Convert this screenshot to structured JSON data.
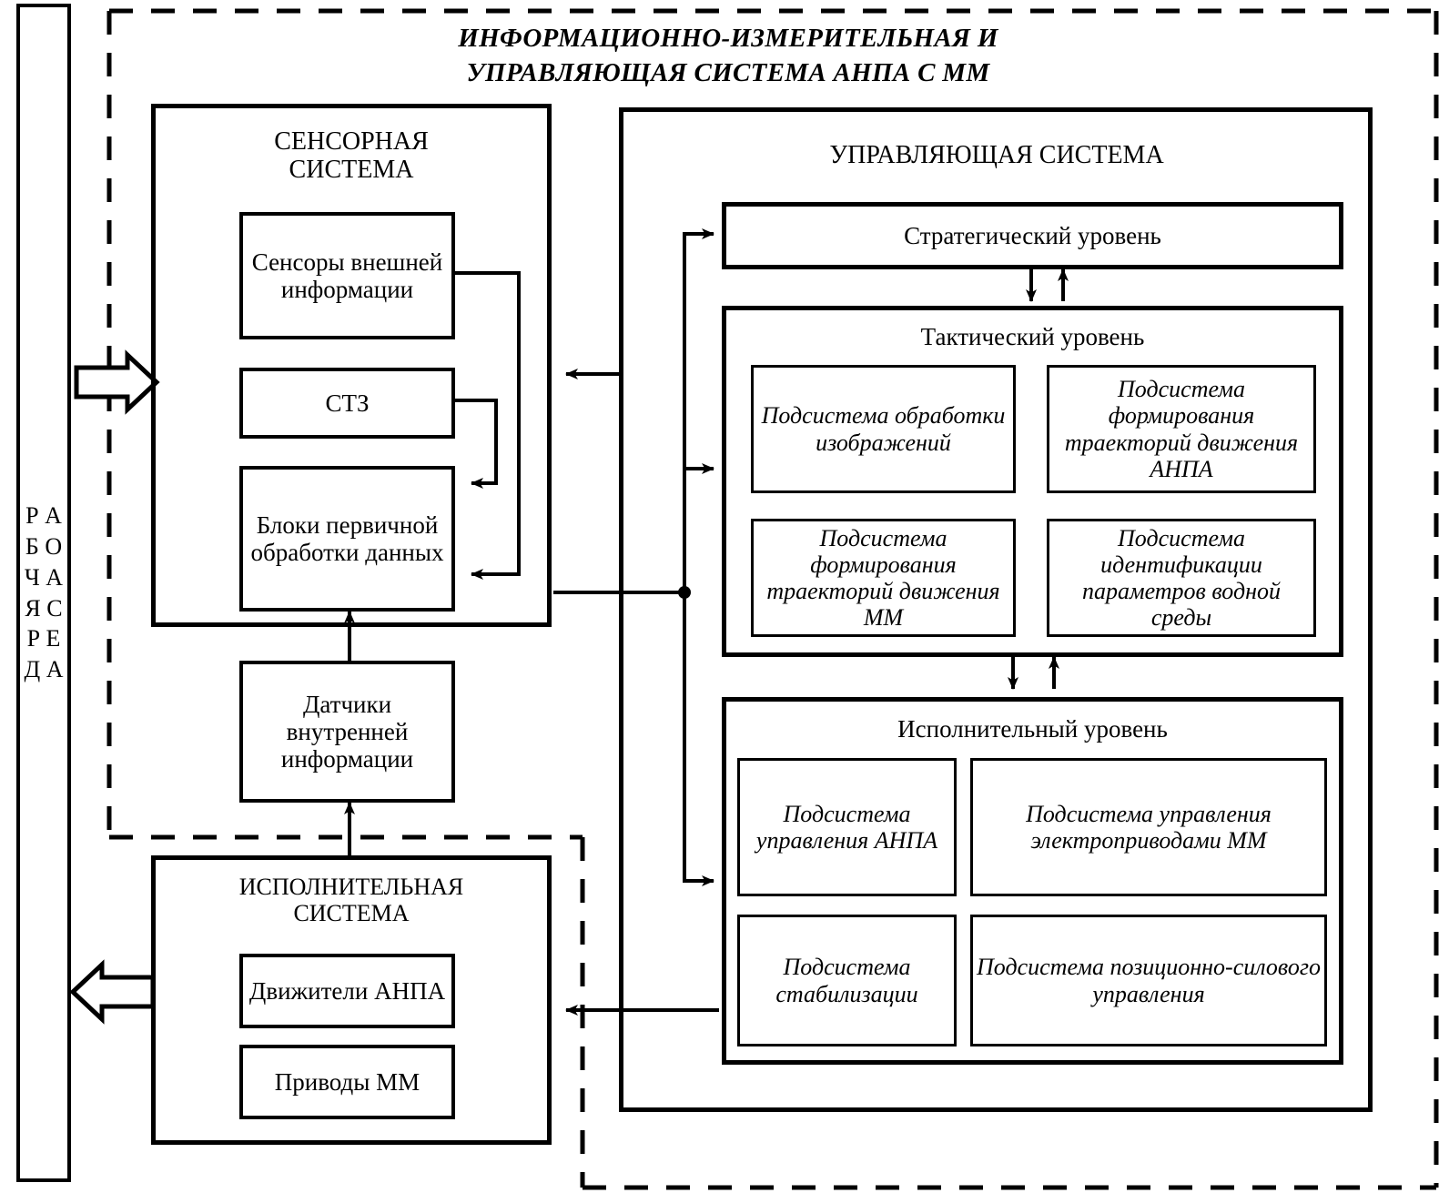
{
  "diagram": {
    "title_line1": "ИНФОРМАЦИОННО-ИЗМЕРИТЕЛЬНАЯ И",
    "title_line2": "УПРАВЛЯЮЩАЯ СИСТЕМА АНПА С ММ",
    "environment": {
      "label": "РАБОЧАЯ СРЕДА",
      "letters": [
        "Р",
        "А",
        "Б",
        "О",
        "Ч",
        "А",
        "Я",
        "",
        "С",
        "Р",
        "Е",
        "Д",
        "А"
      ]
    },
    "sensor_system": {
      "title": "СЕНСОРНАЯ\nСИСТЕМА",
      "blocks": [
        {
          "id": "external-sensors",
          "label": "Сенсоры\nвнешней\nинформации"
        },
        {
          "id": "stz",
          "label": "СТЗ"
        },
        {
          "id": "primary-processing",
          "label": "Блоки\nпервичной\nобработки\nданных"
        }
      ]
    },
    "internal_sensors": {
      "label": "Датчики\nвнутренней\nинформации"
    },
    "executive_system": {
      "title": "ИСПОЛНИТЕЛЬНАЯ\nСИСТЕМА",
      "blocks": [
        {
          "id": "auv-thrusters",
          "label": "Движители\nАНПА"
        },
        {
          "id": "mm-drives",
          "label": "Приводы\nММ"
        }
      ]
    },
    "control_system": {
      "title": "УПРАВЛЯЮЩАЯ СИСТЕМА",
      "strategic": {
        "title": "Стратегический уровень"
      },
      "tactical": {
        "title": "Тактический уровень",
        "subsystems": [
          {
            "id": "image-processing",
            "label": "Подсистема\nобработки\nизображений"
          },
          {
            "id": "auv-trajectory",
            "label": "Подсистема\nформирования\nтраекторий\nдвижения АНПА"
          },
          {
            "id": "mm-trajectory",
            "label": "Подсистема\nформирования\nтраекторий\nдвижения ММ"
          },
          {
            "id": "water-params-identification",
            "label": "Подсистема\nидентификации\nпараметров\nводной среды"
          }
        ]
      },
      "executive_level": {
        "title": "Исполнительный уровень",
        "subsystems": [
          {
            "id": "auv-control",
            "label": "Подсистема\nуправления\nАНПА"
          },
          {
            "id": "mm-electric-drive-control",
            "label": "Подсистема\nуправления\nэлектроприводами ММ"
          },
          {
            "id": "stabilization",
            "label": "Подсистема\nстабилизации"
          },
          {
            "id": "position-force-control",
            "label": "Подсистема\nпозиционно-силового\nуправления"
          }
        ]
      }
    },
    "colors": {
      "stroke": "#000000",
      "background": "#ffffff"
    }
  }
}
